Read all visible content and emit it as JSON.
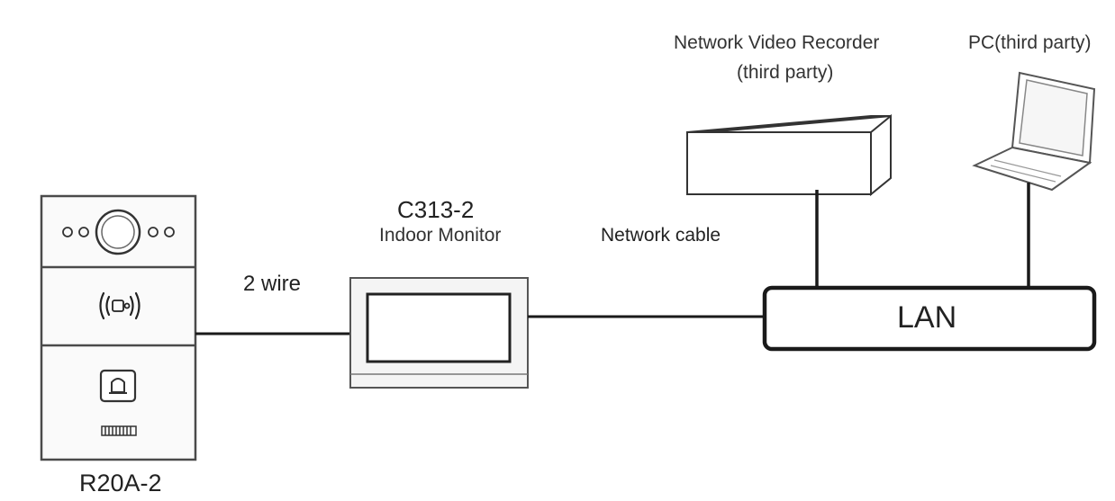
{
  "labels": {
    "nvr_line1": "Network Video Recorder",
    "nvr_line2": "(third party)",
    "pc": "PC(third party)",
    "monitor_model": "C313-2",
    "monitor_name": "Indoor Monitor",
    "network_cable": "Network cable",
    "two_wire": "2 wire",
    "lan": "LAN",
    "door_station": "R20A-2"
  },
  "colors": {
    "line": "#1a1a1a",
    "device_stroke": "#4a4a4a",
    "panel_fill": "#f4f4f4"
  },
  "icons": {
    "door_camera": "camera-lens-icon",
    "card_reader": "rfid-card-icon",
    "call_button": "bell-icon",
    "speaker": "speaker-grille-icon",
    "pc": "laptop-icon"
  }
}
